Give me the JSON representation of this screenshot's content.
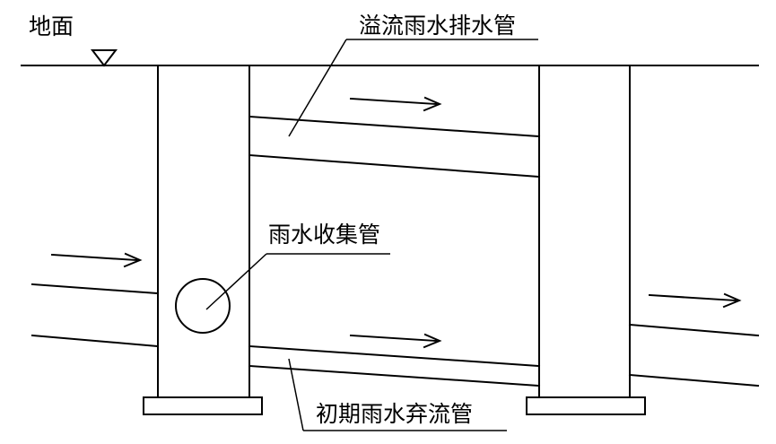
{
  "labels": {
    "ground": "地面",
    "overflow_pipe": "溢流雨水排水管",
    "collection_pipe": "雨水收集管",
    "first_flush_pipe": "初期雨水弃流管"
  },
  "colors": {
    "line": "#000000",
    "background": "#ffffff"
  }
}
